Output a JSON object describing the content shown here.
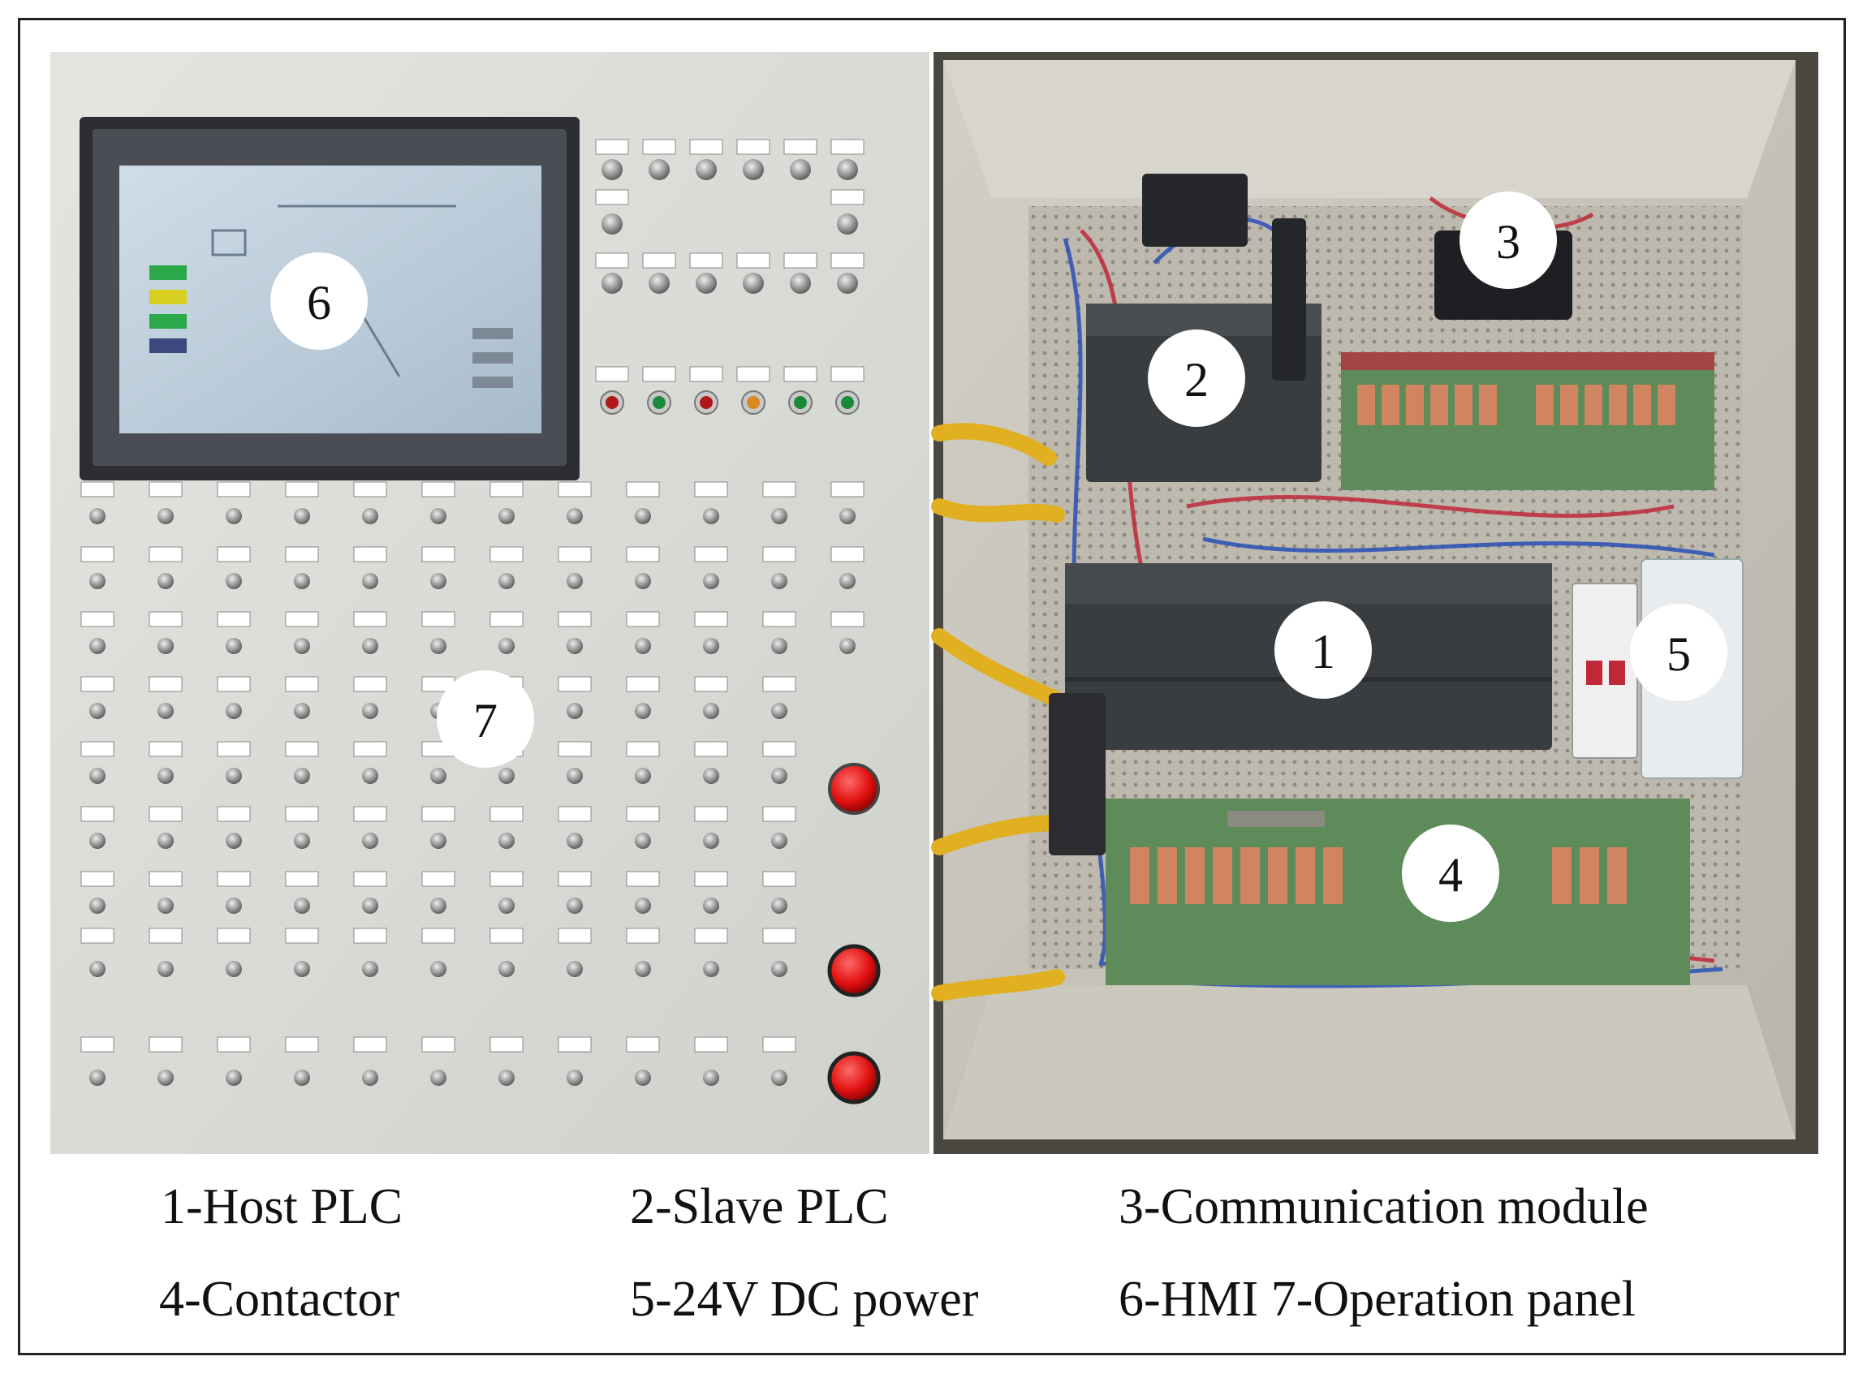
{
  "figure": {
    "callouts": [
      "1",
      "2",
      "3",
      "4",
      "5",
      "6",
      "7"
    ],
    "legend": {
      "row1": [
        "1-Host PLC",
        "2-Slave PLC",
        "3-Communication module"
      ],
      "row2": [
        "4-Contactor",
        "5-24V DC power",
        "6-HMI 7-Operation panel"
      ]
    }
  },
  "colors": {
    "panel_gray": "#d9dbd7",
    "cabinet_gray": "#c9c6bd",
    "plc_dark": "#3a3d40",
    "relay_green": "#5e8b5a",
    "wire_blue": "#2a4fb8",
    "wire_red": "#c0283a",
    "cable_yellow": "#e0b020",
    "button_red": "#e01010"
  }
}
